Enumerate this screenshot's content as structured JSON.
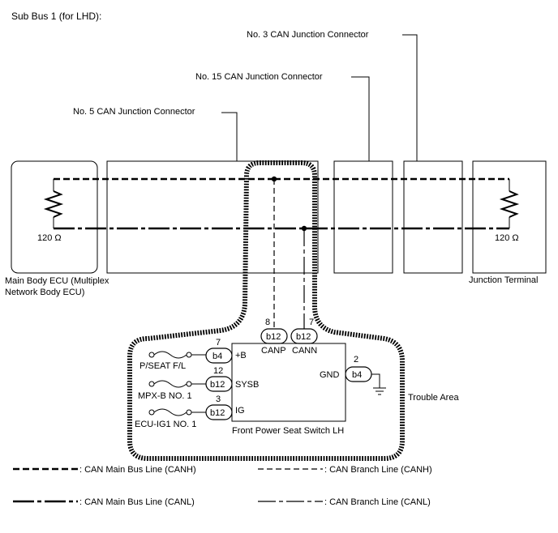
{
  "title": "Sub Bus 1 (for LHD):",
  "connectors": {
    "no3": "No. 3 CAN Junction Connector",
    "no15": "No. 15 CAN Junction Connector",
    "no5": "No. 5 CAN Junction Connector"
  },
  "ecu": {
    "main_body_line1": "Main Body ECU (Multiplex",
    "main_body_line2": "Network Body ECU)",
    "junction_terminal": "Junction Terminal",
    "resistor_left": "120 Ω",
    "resistor_right": "120 Ω"
  },
  "switch": {
    "name": "Front Power Seat Switch LH",
    "pins": [
      {
        "pin": "8",
        "connector": "b12",
        "signal": "CANP"
      },
      {
        "pin": "7",
        "connector": "b12",
        "signal": "CANN"
      },
      {
        "pin": "7",
        "connector": "b4",
        "signal": "+B"
      },
      {
        "pin": "12",
        "connector": "b12",
        "signal": "SYSB"
      },
      {
        "pin": "3",
        "connector": "b12",
        "signal": "IG"
      },
      {
        "pin": "2",
        "connector": "b4",
        "signal": "GND"
      }
    ],
    "fuses": [
      "P/SEAT F/L",
      "MPX-B NO. 1",
      "ECU-IG1 NO. 1"
    ]
  },
  "trouble_area": "Trouble Area",
  "legend": [
    {
      "style": "main-canh",
      "label": ": CAN Main Bus Line (CANH)"
    },
    {
      "style": "branch-canh",
      "label": ": CAN Branch Line (CANH)"
    },
    {
      "style": "main-canl",
      "label": ": CAN Main Bus Line (CANL)"
    },
    {
      "style": "branch-canl",
      "label": ": CAN Branch Line (CANL)"
    }
  ]
}
